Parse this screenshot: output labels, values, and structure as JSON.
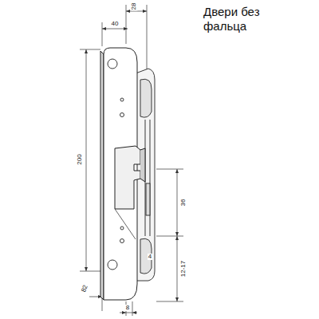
{
  "diagram": {
    "title": "Двери без фальца",
    "labels": [
      "28",
      "40",
      "200",
      "36",
      "4",
      "82",
      "12-17",
      "8"
    ]
  }
}
